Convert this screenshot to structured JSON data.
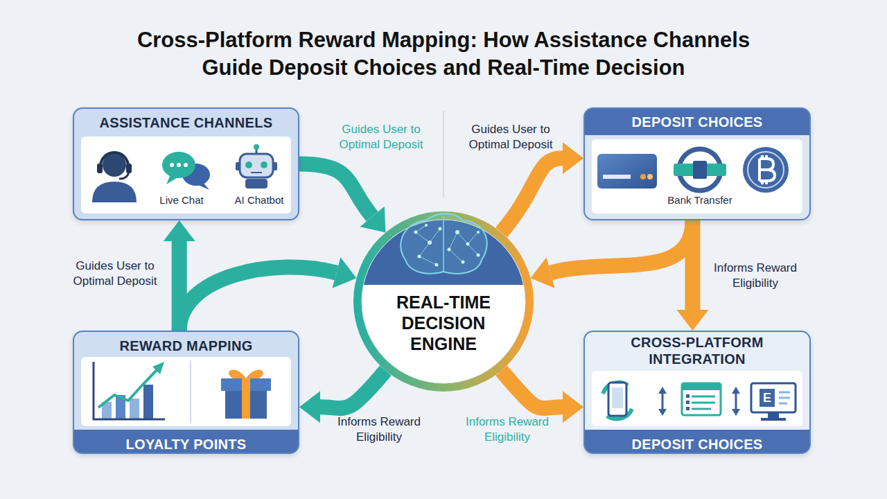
{
  "diagram": {
    "title": "Cross-Platform Reward Mapping: How Assistance Channels Guide Deposit Choices and Real-Time Decision",
    "nodes": [
      {
        "text": [
          "ASSISTANCE CHANNELS",
          "Live Chat",
          "AI Chatbot"
        ]
      },
      {
        "text": [
          "DEPOSIT CHOICES",
          "Bank Transfer"
        ]
      },
      {
        "text": [
          "REAL-TIME DECISION ENGINE"
        ]
      },
      {
        "text": [
          "REWARD MAPPING",
          "LOYALTY POINTS"
        ]
      },
      {
        "text": [
          "CROSS-PLATFORM INTEGRATION",
          "DEPOSIT CHOICES"
        ]
      }
    ],
    "edges": [
      {
        "from": 0,
        "to": 2,
        "arrow": "to",
        "label": "Guides User to Optimal Deposit"
      },
      {
        "from": 2,
        "to": 1,
        "arrow": "to",
        "label": "Guides User to Optimal Deposit"
      },
      {
        "from": 1,
        "to": 2,
        "arrow": "to"
      },
      {
        "from": 1,
        "to": 4,
        "arrow": "to",
        "label": "Informs Reward Eligibility"
      },
      {
        "from": 3,
        "to": 0,
        "arrow": "to",
        "label": "Guides User to Optimal Deposit"
      },
      {
        "from": 3,
        "to": 2,
        "arrow": "to"
      },
      {
        "from": 2,
        "to": 3,
        "arrow": "to",
        "label": "Informs Reward Eligibility"
      },
      {
        "from": 2,
        "to": 4,
        "arrow": "to",
        "label": "Informs Reward Eligibility"
      }
    ],
    "labels": [
      "E"
    ]
  }
}
